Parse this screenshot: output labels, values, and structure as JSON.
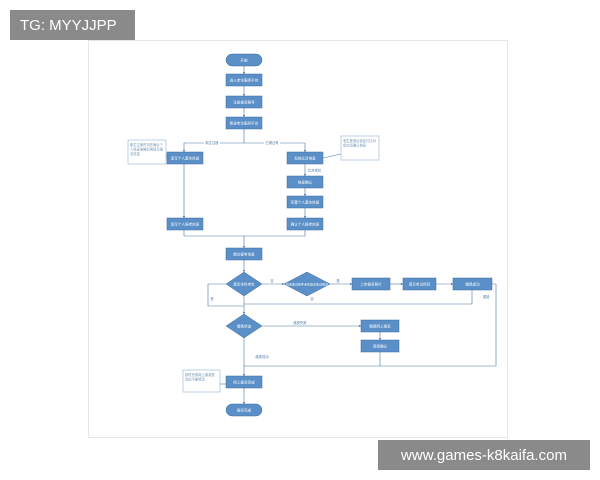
{
  "watermarks": {
    "top_left": "TG: MYYJJPP",
    "bottom_right": "www.games-k8kaifa.com"
  },
  "colors": {
    "node_fill": "#5b8fc7",
    "node_stroke": "#3e6fa3",
    "line": "#4a78a6",
    "note_border": "#7fa3c9",
    "watermark_bg": "#8a8a8a"
  },
  "nodes": {
    "start": "开始",
    "s1": "进入考生服务平台",
    "s2": "注册报名账号",
    "s3": "登录考生服务平台",
    "left1": "填写个人基本信息",
    "left2": "填写个人报考信息",
    "r1": "系统比对信息",
    "r2": "信息确认",
    "r3": "完善个人基本信息",
    "r4": "确认个人报考信息",
    "m1": "提交报考信息",
    "d1": "是否本科考生",
    "d2": "符合免试条件考生提交免试申请",
    "h1": "上传报名照片",
    "h2": "填写考试科目",
    "h3": "缴费成功",
    "d3": "缴费状态",
    "p1": "缴费网上报名",
    "p2": "现场确认",
    "m2": "网上报名完成",
    "end": "报名完成"
  },
  "edges": {
    "new_user": "新生注册",
    "old_user": "已报过考",
    "matched": "比对成功",
    "yes": "是",
    "no": "否",
    "unpaid": "缴费失败",
    "paid": "缴费成功",
    "back": "退回"
  },
  "notes": {
    "n1": "新生注册时请先确认个人信息准确后再填写报名信息",
    "n2": "老生登录后信息已比对成功请确认信息",
    "n3": "按时完成网上缴费提交后不能修改"
  }
}
